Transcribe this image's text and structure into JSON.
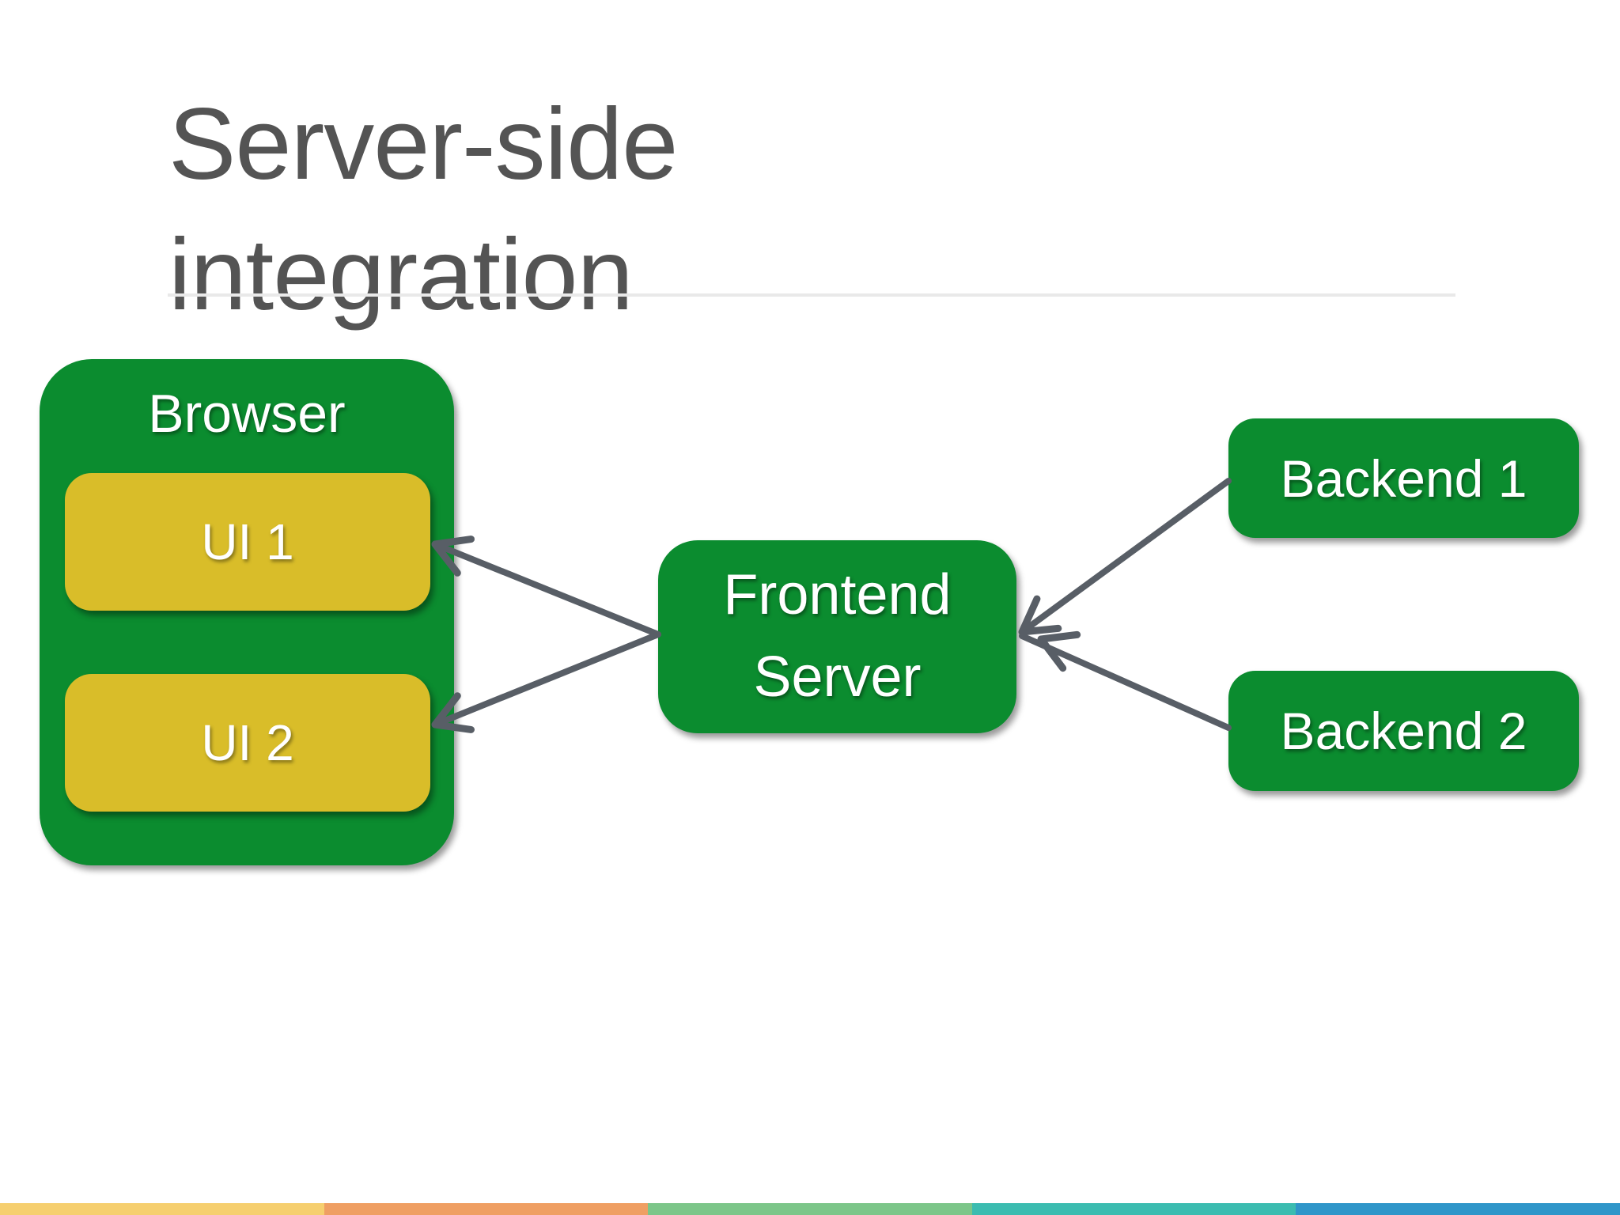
{
  "title": {
    "line1": "Server-side",
    "line2": "integration"
  },
  "colors": {
    "title_text": "#545454",
    "underline": "#e9e9e9",
    "node_green": "#0b8c2f",
    "node_yellow": "#d9bd29",
    "node_text": "#ffffff",
    "arrow": "#585e66"
  },
  "diagram": {
    "browser": {
      "label": "Browser"
    },
    "ui1": {
      "label": "UI 1"
    },
    "ui2": {
      "label": "UI 2"
    },
    "frontend": {
      "line1": "Frontend",
      "line2": "Server"
    },
    "backend1": {
      "label": "Backend 1"
    },
    "backend2": {
      "label": "Backend 2"
    },
    "arrows": [
      {
        "name": "frontend-to-ui1",
        "from": "Frontend Server",
        "to": "UI 1"
      },
      {
        "name": "frontend-to-ui2",
        "from": "Frontend Server",
        "to": "UI 2"
      },
      {
        "name": "backend1-to-frontend",
        "from": "Backend 1",
        "to": "Frontend Server"
      },
      {
        "name": "backend2-to-frontend",
        "from": "Backend 2",
        "to": "Frontend Server"
      }
    ]
  },
  "footer": {
    "stripe_colors": [
      "#f6cf6f",
      "#ef9f63",
      "#7cc689",
      "#3bbcb0",
      "#2f96c9"
    ]
  }
}
